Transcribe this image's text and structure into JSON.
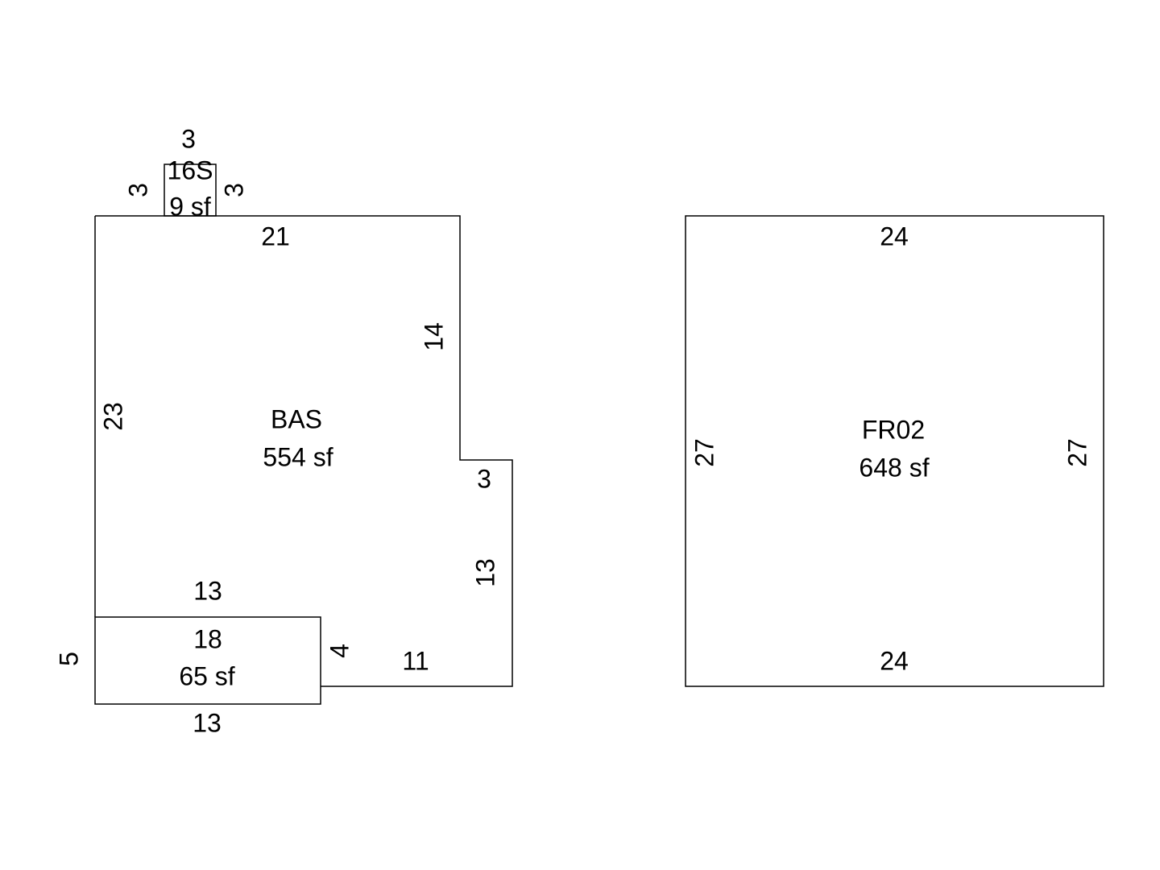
{
  "colors": {
    "line": "#000000",
    "background": "#ffffff"
  },
  "areas": {
    "bas": {
      "code": "BAS",
      "area": "554 sf"
    },
    "fr02": {
      "code": "FR02",
      "area": "648 sf"
    },
    "s16": {
      "code": "16S",
      "area": "9 sf"
    },
    "sub": {
      "code": "18",
      "area": "65 sf"
    }
  },
  "dimensions": {
    "s16_top": "3",
    "s16_left": "3",
    "s16_right": "3",
    "bas_top": "21",
    "bas_right_upper": "14",
    "bas_left": "23",
    "bas_step": "3",
    "bas_right_lower": "13",
    "bas_bottom": "11",
    "sub_top": "13",
    "sub_left": "5",
    "sub_right": "4",
    "sub_bottom": "13",
    "fr02_top": "24",
    "fr02_bottom": "24",
    "fr02_left": "27",
    "fr02_right": "27"
  }
}
